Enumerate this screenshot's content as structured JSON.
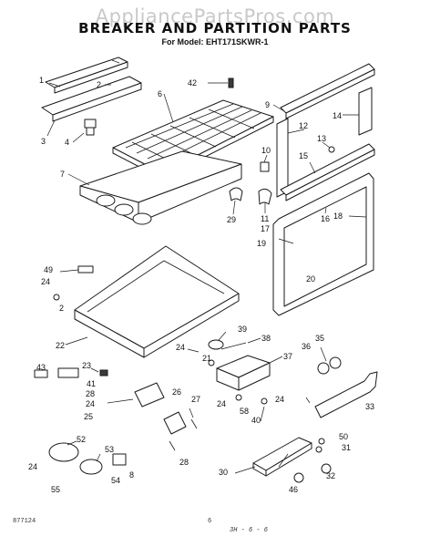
{
  "watermark": "AppliancePartsPros.com",
  "title": "BREAKER AND PARTITION PARTS",
  "subtitle": "For Model: EHT171SKWR-1",
  "footer": {
    "code": "877124",
    "page": "6",
    "note": "3H - 6 - 6"
  },
  "callouts": [
    {
      "id": "c1",
      "label": "1"
    },
    {
      "id": "c2a",
      "label": "2"
    },
    {
      "id": "c3",
      "label": "3"
    },
    {
      "id": "c4",
      "label": "4"
    },
    {
      "id": "c6",
      "label": "6"
    },
    {
      "id": "c42",
      "label": "42"
    },
    {
      "id": "c7",
      "label": "7"
    },
    {
      "id": "c9",
      "label": "9"
    },
    {
      "id": "c14",
      "label": "14"
    },
    {
      "id": "c12",
      "label": "12"
    },
    {
      "id": "c13",
      "label": "13"
    },
    {
      "id": "c10",
      "label": "10"
    },
    {
      "id": "c15",
      "label": "15"
    },
    {
      "id": "c29",
      "label": "29"
    },
    {
      "id": "c11",
      "label": "11"
    },
    {
      "id": "c17",
      "label": "17"
    },
    {
      "id": "c16",
      "label": "16"
    },
    {
      "id": "c18",
      "label": "18"
    },
    {
      "id": "c19",
      "label": "19"
    },
    {
      "id": "c20",
      "label": "20"
    },
    {
      "id": "c49",
      "label": "49"
    },
    {
      "id": "c24a",
      "label": "24"
    },
    {
      "id": "c2b",
      "label": "2"
    },
    {
      "id": "c22",
      "label": "22"
    },
    {
      "id": "c39",
      "label": "39"
    },
    {
      "id": "c38",
      "label": "38"
    },
    {
      "id": "c35",
      "label": "35"
    },
    {
      "id": "c36",
      "label": "36"
    },
    {
      "id": "c24b",
      "label": "24"
    },
    {
      "id": "c37",
      "label": "37"
    },
    {
      "id": "c21",
      "label": "21"
    },
    {
      "id": "c43",
      "label": "43"
    },
    {
      "id": "c23",
      "label": "23"
    },
    {
      "id": "c41",
      "label": "41"
    },
    {
      "id": "c28a",
      "label": "28"
    },
    {
      "id": "c24c",
      "label": "24"
    },
    {
      "id": "c26",
      "label": "26"
    },
    {
      "id": "c27",
      "label": "27"
    },
    {
      "id": "c24d",
      "label": "24"
    },
    {
      "id": "c58",
      "label": "58"
    },
    {
      "id": "c40",
      "label": "40"
    },
    {
      "id": "c24e",
      "label": "24"
    },
    {
      "id": "c25",
      "label": "25"
    },
    {
      "id": "c52",
      "label": "52"
    },
    {
      "id": "c33",
      "label": "33"
    },
    {
      "id": "c53",
      "label": "53"
    },
    {
      "id": "c28b",
      "label": "28"
    },
    {
      "id": "c50",
      "label": "50"
    },
    {
      "id": "c31",
      "label": "31"
    },
    {
      "id": "c24f",
      "label": "24"
    },
    {
      "id": "c54",
      "label": "54"
    },
    {
      "id": "c8",
      "label": "8"
    },
    {
      "id": "c30",
      "label": "30"
    },
    {
      "id": "c32",
      "label": "32"
    },
    {
      "id": "c55",
      "label": "55"
    },
    {
      "id": "c46",
      "label": "46"
    }
  ]
}
